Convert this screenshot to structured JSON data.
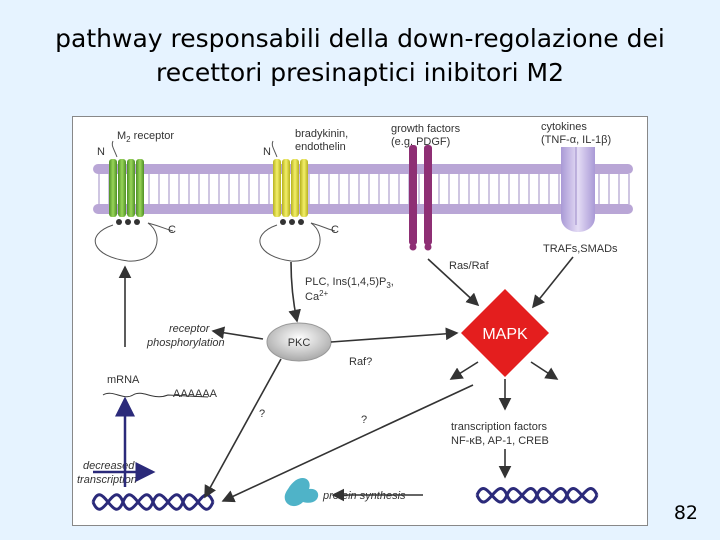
{
  "slide": {
    "title_line1": "pathway responsabili della down-regolazione dei",
    "title_line2": "recettori presinaptici inibitori M2",
    "page_number": "82"
  },
  "figure": {
    "labels": {
      "m2_receptor": "M",
      "m2_sub": "2",
      "m2_receptor_rest": " receptor",
      "bradykinin_1": "bradykinin,",
      "bradykinin_2": "endothelin",
      "growth_1": "growth factors",
      "growth_2": "(e.g. PDGF)",
      "cytokines_1": "cytokines",
      "cytokines_2": "(TNF-α, IL-1β)",
      "n_left": "N",
      "n_right": "N",
      "c_left": "C",
      "c_right": "C",
      "trafs": "TRAFs,SMADs",
      "rasraf": "Ras/Raf",
      "plc_1": "PLC, Ins(1,4,5)P",
      "plc_1_sub": "3",
      "plc_1_end": ",",
      "plc_2": "Ca",
      "plc_2_sup": "2+",
      "receptor_phos_1": "receptor",
      "receptor_phos_2": "phosphorylation",
      "pkc": "PKC",
      "mapk": "MAPK",
      "raf_q": "Raf?",
      "mrna": "mRNA",
      "polya": "AAAAAA",
      "q1": "?",
      "q2": "?",
      "tf_1": "transcription factors",
      "tf_2": "NF-κB, AP-1, CREB",
      "decreased_1": "decreased",
      "decreased_2": "transcription",
      "protein_synthesis": "protein synthesis"
    },
    "colors": {
      "membrane": "#B9A6D6",
      "m2_receptor": "#7FC241",
      "bradykinin_receptor": "#E8E545",
      "growth_factor_receptor": "#8E2F74",
      "cytokine_receptor": "#C7B6E6",
      "mapk": "#E41E1E",
      "pkc": "#D0D0D0",
      "inhibit_arrow": "#2B2A7A"
    }
  }
}
